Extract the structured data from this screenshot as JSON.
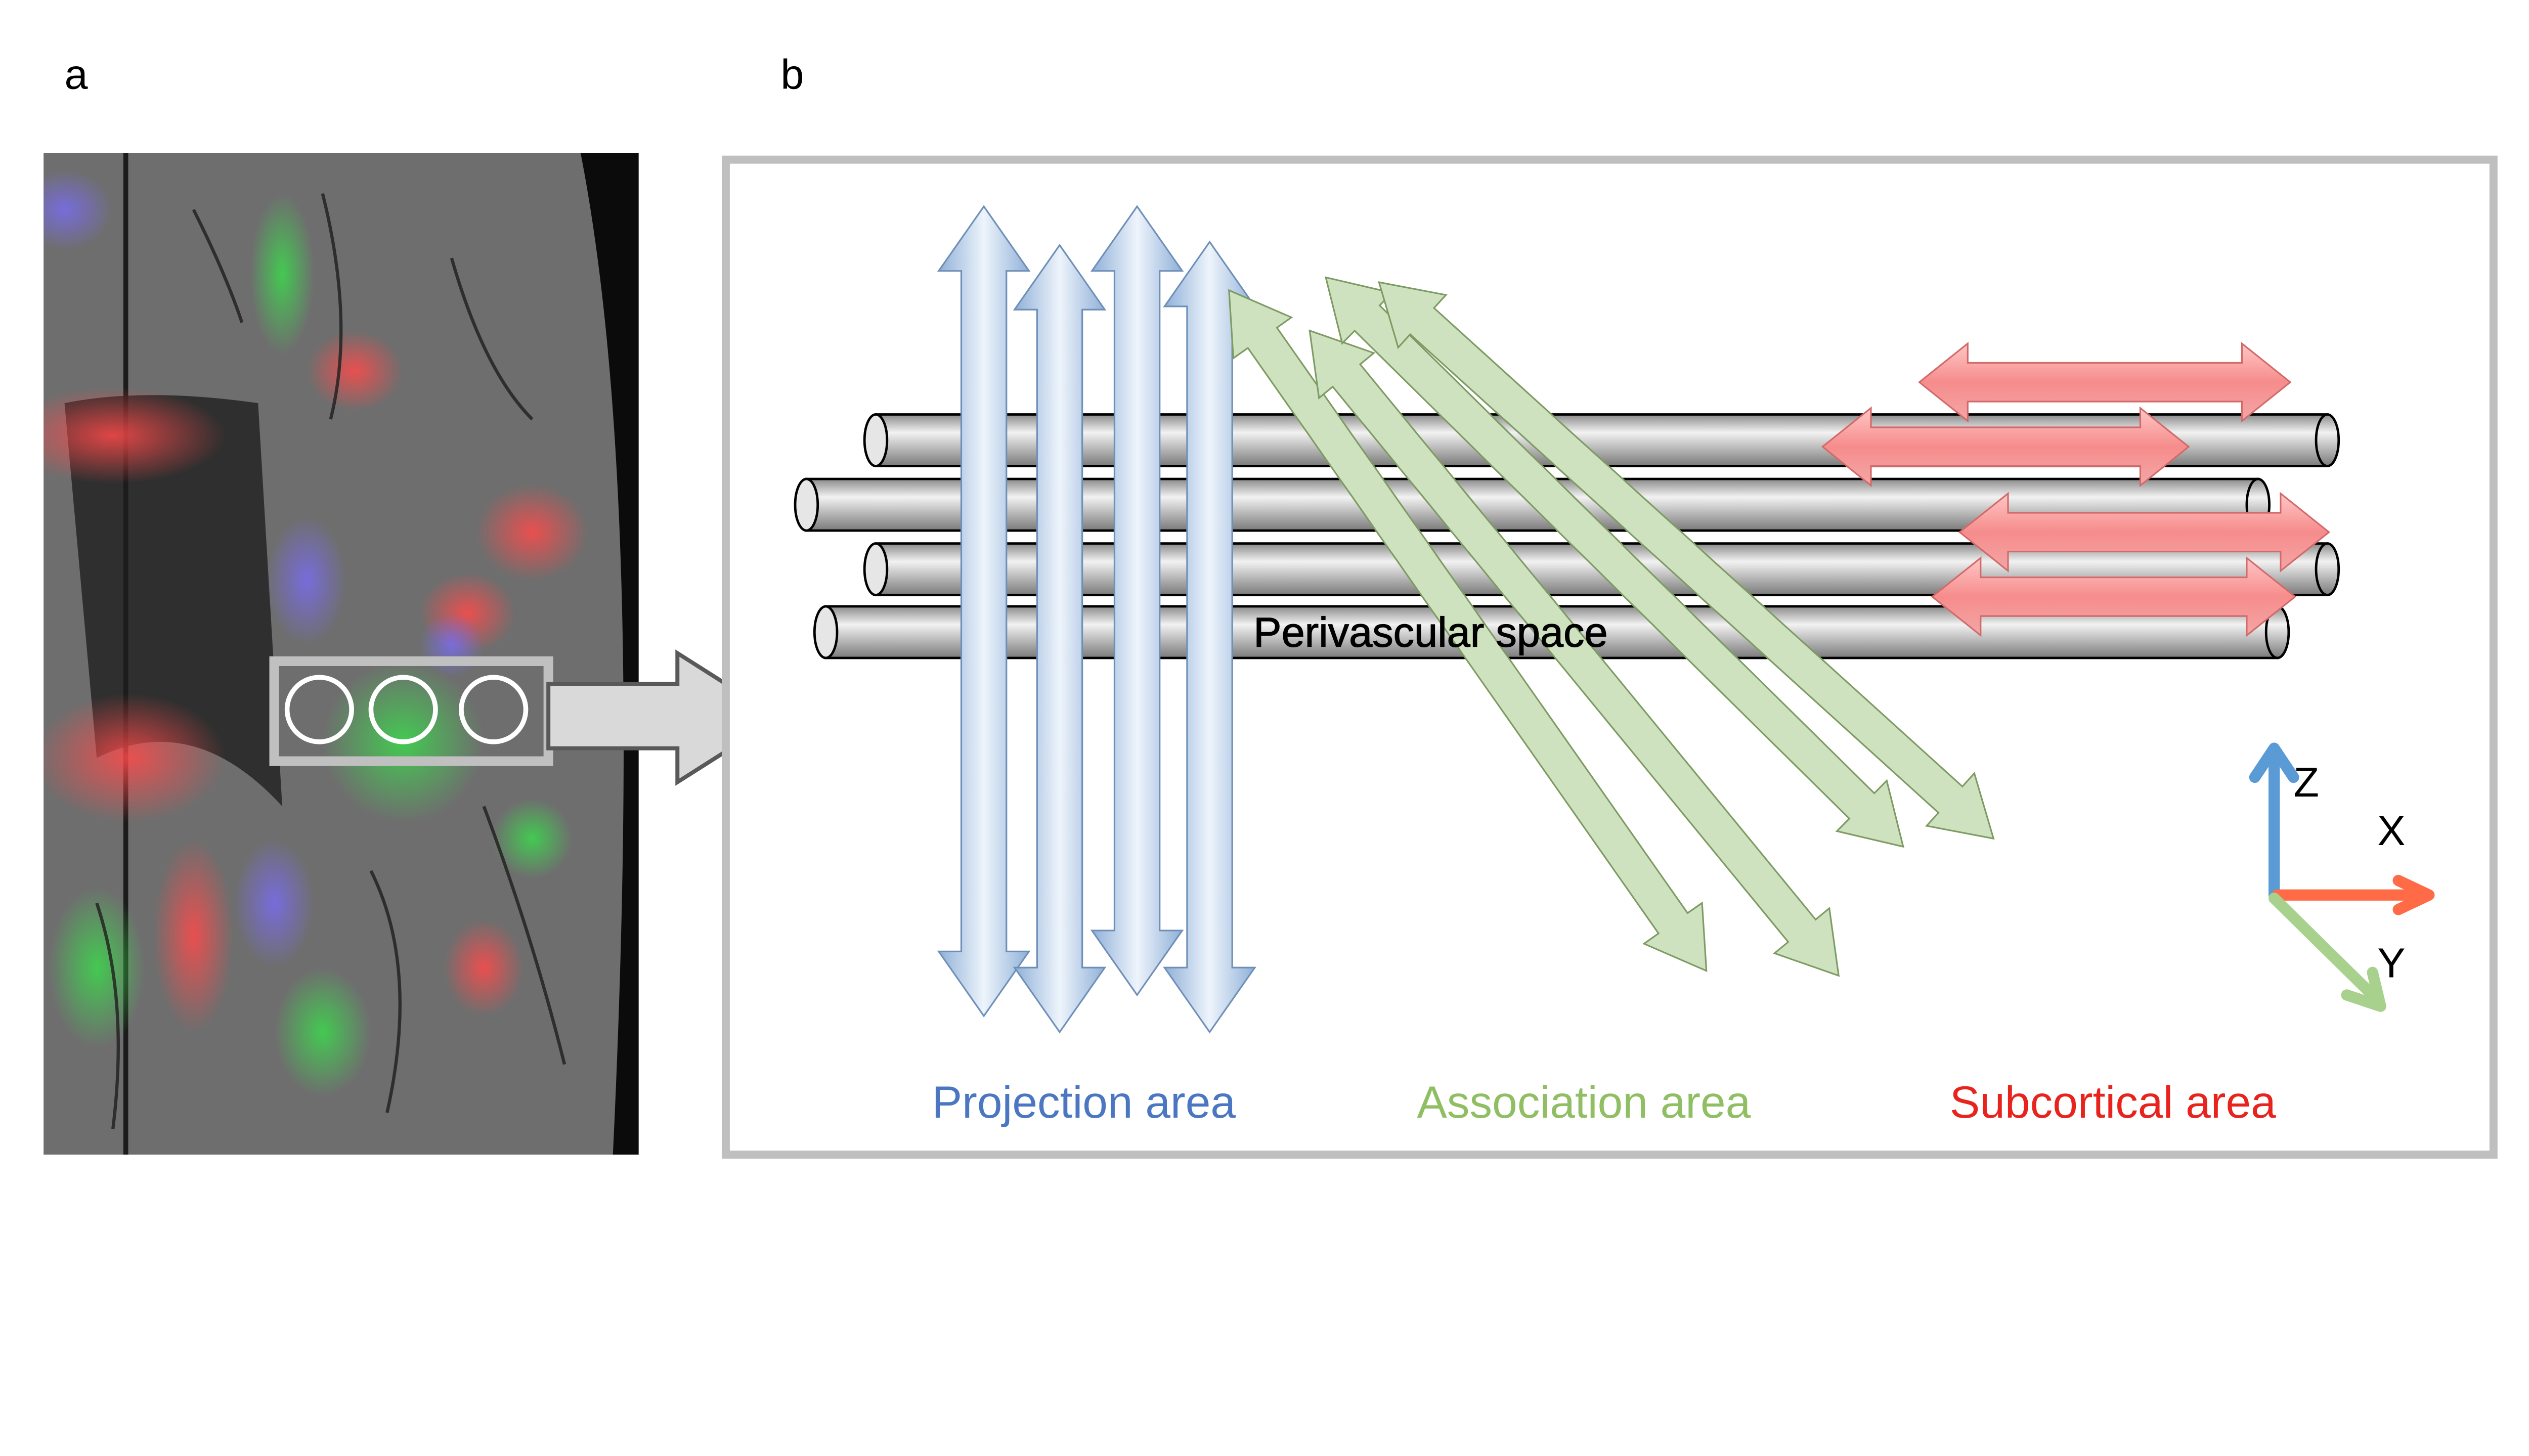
{
  "panels": {
    "a": {
      "label": "a"
    },
    "b": {
      "label": "b"
    }
  },
  "diagram": {
    "structure_label": "Perivascular space",
    "regions": [
      {
        "label": "Projection area",
        "color": "#4a76c2"
      },
      {
        "label": "Association area",
        "color": "#8fbe63"
      },
      {
        "label": "Subcortical area",
        "color": "#e8231e"
      }
    ],
    "axes": {
      "z": {
        "label": "Z",
        "color": "#5b9bd5"
      },
      "x": {
        "label": "X",
        "color": "#ff6b47"
      },
      "y": {
        "label": "Y",
        "color": "#a9d18e"
      }
    }
  },
  "colors": {
    "frame": "#bfbfbf",
    "projection_arrow": "#b7cde6",
    "association_arrow": "#c9deb6",
    "subcortical_arrow": "#f4a0a0",
    "tube": "#d0d0d0"
  }
}
